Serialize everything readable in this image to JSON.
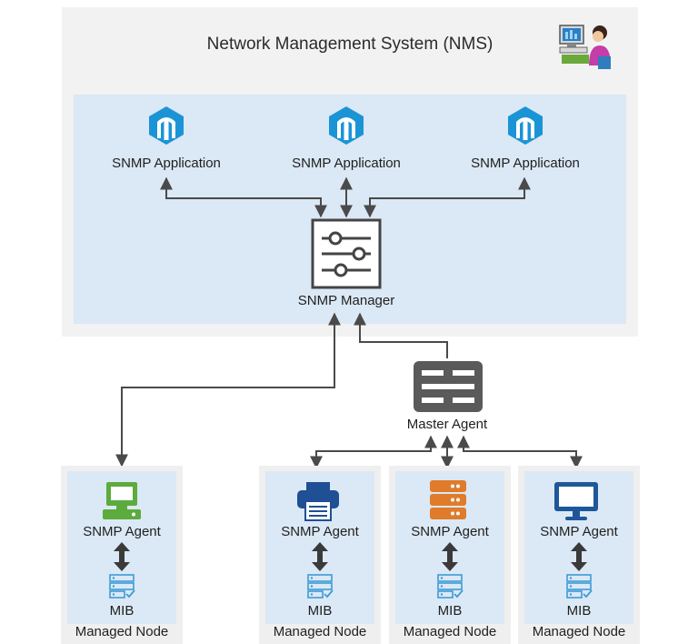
{
  "nms": {
    "title": "Network Management System (NMS)",
    "operator_icon": "operator-at-computer-icon"
  },
  "applications": [
    {
      "label": "SNMP Application",
      "icon": "snmp-application-icon"
    },
    {
      "label": "SNMP Application",
      "icon": "snmp-application-icon"
    },
    {
      "label": "SNMP Application",
      "icon": "snmp-application-icon"
    }
  ],
  "manager": {
    "label": "SNMP Manager",
    "icon": "sliders-icon"
  },
  "master_agent": {
    "label": "Master Agent",
    "icon": "master-agent-icon"
  },
  "nodes": [
    {
      "device_icon": "desktop-computer-icon",
      "agent_label": "SNMP Agent",
      "mib_label": "MIB",
      "node_label": "Managed Node"
    },
    {
      "device_icon": "printer-icon",
      "agent_label": "SNMP Agent",
      "mib_label": "MIB",
      "node_label": "Managed Node"
    },
    {
      "device_icon": "server-icon",
      "agent_label": "SNMP Agent",
      "mib_label": "MIB",
      "node_label": "Managed Node"
    },
    {
      "device_icon": "monitor-icon",
      "agent_label": "SNMP Agent",
      "mib_label": "MIB",
      "node_label": "Managed Node"
    }
  ],
  "colors": {
    "app_blue": "#1b94d6",
    "arrow": "#4a4a4a",
    "computer_green": "#5cab3c",
    "printer_blue": "#1f4f94",
    "server_orange": "#e07b2a",
    "monitor_blue": "#1e5799",
    "mib_blue": "#3d9bd6",
    "icon_gray": "#555555"
  }
}
